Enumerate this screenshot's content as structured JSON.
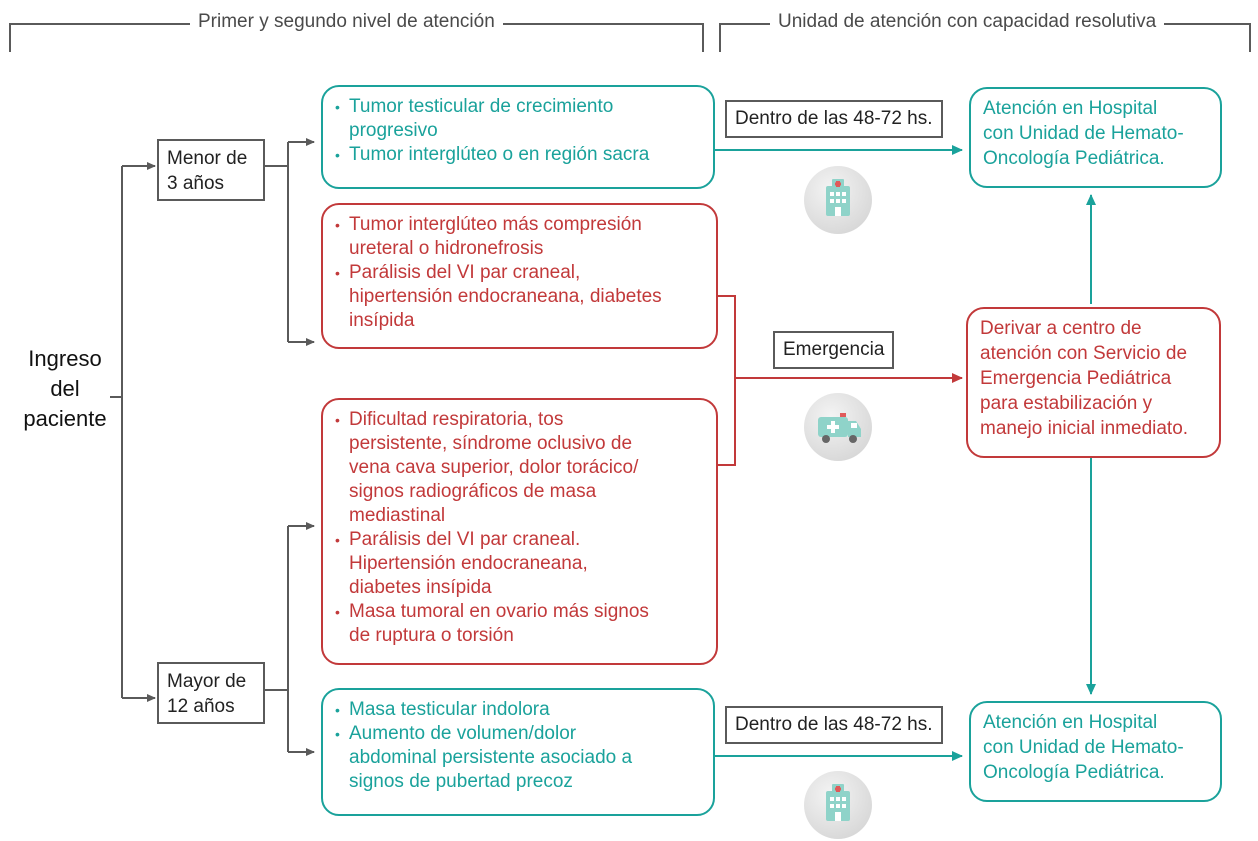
{
  "headers": {
    "left": "Primer y segundo nivel de atención",
    "right": "Unidad de atención con capacidad resolutiva"
  },
  "ingreso": [
    "Ingreso",
    "del",
    "paciente"
  ],
  "age_groups": {
    "menor": [
      "Menor de",
      "3 años"
    ],
    "mayor": [
      "Mayor de",
      "12 años"
    ]
  },
  "boxes": {
    "menor_teal": [
      [
        "Tumor testicular de crecimiento",
        "progresivo"
      ],
      [
        "Tumor interglúteo o en región sacra"
      ]
    ],
    "menor_red": [
      [
        "Tumor interglúteo más compresión",
        "ureteral o hidronefrosis"
      ],
      [
        "Parálisis del VI par craneal,",
        "hipertensión endocraneana, diabetes",
        "insípida"
      ]
    ],
    "mayor_red": [
      [
        "Dificultad respiratoria, tos",
        "persistente, síndrome oclusivo de",
        "vena cava superior, dolor torácico/",
        "signos radiográficos de masa",
        "mediastinal"
      ],
      [
        "Parálisis del VI par craneal.",
        "Hipertensión endocraneana,",
        "diabetes insípida"
      ],
      [
        "Masa tumoral en ovario más signos",
        "de ruptura o torsión"
      ]
    ],
    "mayor_teal": [
      [
        "Masa testicular indolora"
      ],
      [
        "Aumento de volumen/dolor",
        "abdominal persistente asociado a",
        "signos de pubertad precoz"
      ]
    ]
  },
  "labels": {
    "timing_top": "Dentro de las 48-72 hs.",
    "emergencia": "Emergencia",
    "timing_bottom": "Dentro de las 48-72 hs."
  },
  "destinations": {
    "hospital_top": [
      "Atención en Hospital",
      "con Unidad de Hemato-",
      "Oncología Pediátrica."
    ],
    "emergency": [
      "Derivar a centro de",
      "atención con Servicio de",
      "Emergencia Pediátrica",
      "para estabilización y",
      "manejo inicial inmediato."
    ],
    "hospital_bottom": [
      "Atención en Hospital",
      "con Unidad de Hemato-",
      "Oncología Pediátrica."
    ]
  },
  "icons": {
    "hospital_top": "hospital-icon",
    "ambulance": "ambulance-icon",
    "hospital_bottom": "hospital-icon"
  },
  "colors": {
    "teal": "#1aa29b",
    "red": "#c2393a",
    "gray": "#5a5a5a"
  }
}
